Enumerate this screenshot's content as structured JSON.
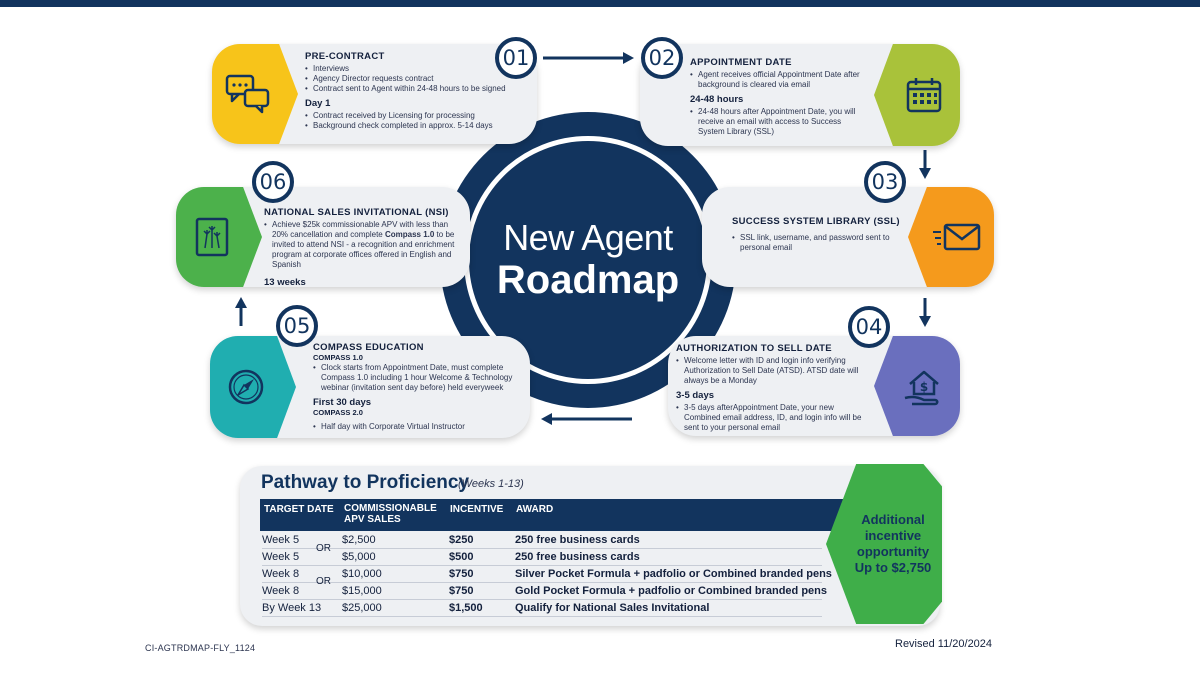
{
  "hub": {
    "line1": "New Agent",
    "line2": "Roadmap"
  },
  "steps": {
    "s01": {
      "number": "01",
      "title": "PRE-CONTRACT",
      "bullets": [
        "Interviews",
        "Agency Director requests contract",
        "Contract sent to  Agent within  24-48 hours to be signed"
      ],
      "sub_title": "Day 1",
      "sub_bullets": [
        "Contract received by Licensing for processing",
        "Background check completed in approx. 5-14 days"
      ],
      "icon": "chat-bubbles-icon",
      "color": "#f7c41a"
    },
    "s02": {
      "number": "02",
      "title": "APPOINTMENT DATE",
      "bullets": [
        "Agent receives official Appointment Date after background is cleared via email"
      ],
      "sub_title": "24-48 hours",
      "sub_bullets": [
        "24-48 hours after Appointment Date, you will receive an email with access to Success System Library (SSL)"
      ],
      "icon": "calendar-icon",
      "color": "#a9c23a"
    },
    "s03": {
      "number": "03",
      "title": "SUCCESS SYSTEM LIBRARY (SSL)",
      "bullets": [
        "SSL link, username, and password sent to personal email"
      ],
      "icon": "envelope-icon",
      "color": "#f59a1c"
    },
    "s04": {
      "number": "04",
      "title": "AUTHORIZATION TO SELL DATE",
      "bullets": [
        "Welcome letter with ID and  login info verifying Authorization to Sell Date (ATSD).  ATSD date will always be a Monday"
      ],
      "sub_title": "3-5 days",
      "sub_bullets": [
        "3-5 days afterAppointment Date, your new Combined email address, ID, and login info will be sent to your personal email"
      ],
      "icon": "house-dollar-hand-icon",
      "color": "#6a6fbe"
    },
    "s05": {
      "number": "05",
      "title": "COMPASS EDUCATION",
      "mini1": "COMPASS 1.0",
      "bullets": [
        "Clock starts from Appointment Date, must complete Compass 1.0  including 1 hour Welcome & Technology webinar (invitation sent day before) held  everyweek"
      ],
      "sub_title": "First 30 days",
      "mini2": "COMPASS 2.0",
      "sub_bullets": [
        "Half day with Corporate Virtual Instructor"
      ],
      "icon": "compass-icon",
      "color": "#20aeb0"
    },
    "s06": {
      "number": "06",
      "title": "NATIONAL SALES INVITATIONAL (NSI)",
      "bullet_a": "Achieve  $25k commissionable APV with less than 20% cancellation and complete ",
      "bullet_b": "Compass 1.0",
      "bullet_c": " to be invited to attend NSI - a recognition and enrichment program at corporate offices offered in English and Spanish",
      "sub_title": "13 weeks",
      "icon": "fireworks-frame-icon",
      "color": "#4cb14b"
    }
  },
  "pathway": {
    "title": "Pathway to Proficiency",
    "weeks": "(Weeks 1-13)",
    "headers": {
      "target": "TARGET DATE",
      "apv1": "COMMISSIONABLE",
      "apv2": "APV SALES",
      "incentive": "INCENTIVE",
      "award": "AWARD"
    },
    "rows": [
      {
        "week": "Week 5",
        "apv": "$2,500",
        "incentive": "$250",
        "award": "250 free business cards"
      },
      {
        "week": "Week 5",
        "apv": "$5,000",
        "incentive": "$500",
        "award": "250 free business cards"
      },
      {
        "week": "Week 8",
        "apv": "$10,000",
        "incentive": "$750",
        "award": "Silver Pocket Formula + padfolio or Combined branded pens"
      },
      {
        "week": "Week 8",
        "apv": "$15,000",
        "incentive": "$750",
        "award": "Gold Pocket Formula + padfolio or Combined branded pens"
      },
      {
        "week": "By Week 13",
        "apv": "$25,000",
        "incentive": "$1,500",
        "award": "Qualify for National Sales Invitational"
      }
    ],
    "or_label": "OR"
  },
  "incentive_box": {
    "l1": "Additional",
    "l2": "incentive",
    "l3": "opportunity",
    "l4": "Up to $2,750"
  },
  "footer": {
    "code": "CI-AGTRDMAP-FLY_1124",
    "revised": "Revised 11/20/2024"
  }
}
